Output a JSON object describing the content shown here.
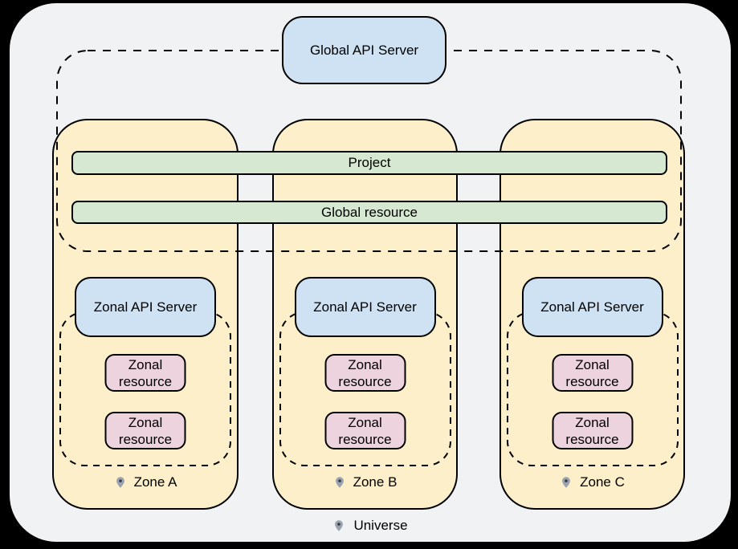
{
  "diagram": {
    "global_api_server_label": "Global API Server",
    "project_label": "Project",
    "global_resource_label": "Global resource",
    "universe_label": "Universe",
    "zones": [
      {
        "label": "Zone A",
        "api_server_label": "Zonal API Server",
        "resources": [
          "Zonal resource",
          "Zonal resource"
        ]
      },
      {
        "label": "Zone B",
        "api_server_label": "Zonal API Server",
        "resources": [
          "Zonal resource",
          "Zonal resource"
        ]
      },
      {
        "label": "Zone C",
        "api_server_label": "Zonal API Server",
        "resources": [
          "Zonal resource",
          "Zonal resource"
        ]
      }
    ],
    "colors": {
      "page_bg": "#000000",
      "universe_bg": "#f1f2f4",
      "zone_fill": "#fdefca",
      "api_server_fill": "#cfe2f3",
      "shared_bar_fill": "#d6e8d2",
      "zonal_resource_fill": "#edd3de",
      "border": "#000000",
      "pin_fill": "#9aa3af",
      "pin_dot": "#35393f"
    }
  }
}
